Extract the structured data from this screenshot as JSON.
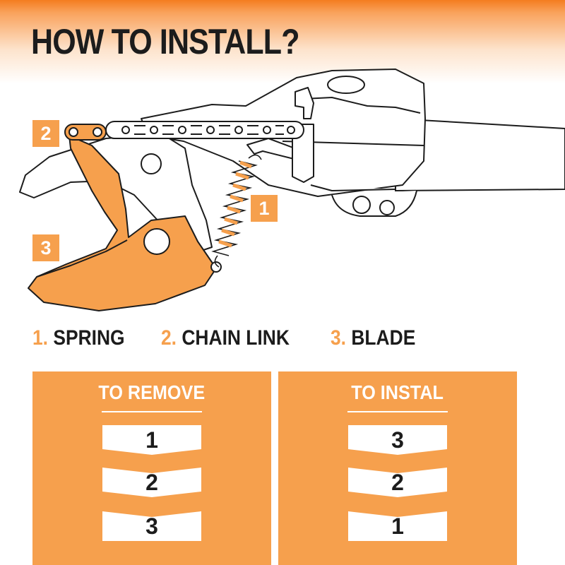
{
  "header": {
    "title": "HOW TO INSTALL?"
  },
  "callouts": {
    "one": "1",
    "two": "2",
    "three": "3"
  },
  "legend": [
    {
      "num": "1.",
      "label": "SPRING"
    },
    {
      "num": "2.",
      "label": "CHAIN LINK"
    },
    {
      "num": "3.",
      "label": "BLADE"
    }
  ],
  "remove_panel": {
    "title": "TO REMOVE",
    "steps": [
      "1",
      "2",
      "3"
    ]
  },
  "install_panel": {
    "title": "TO INSTAL",
    "steps": [
      "3",
      "2",
      "1"
    ]
  },
  "colors": {
    "accent": "#f6a04d",
    "header_orange": "#f47d1f",
    "text": "#1c1c1c"
  }
}
